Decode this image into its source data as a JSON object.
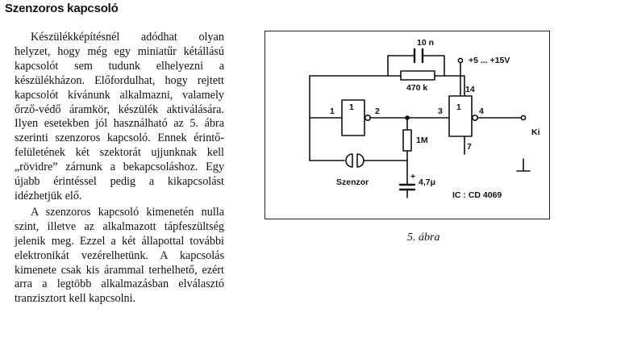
{
  "title": "Szenzoros kapcsoló",
  "paragraphs": [
    "Készülékképítésnél adódhat olyan helyzet, hogy még egy miniatűr kétállású kapcsolót sem tudunk elhelyezni a készülékházon. Előfordulhat, hogy rejtett kapcsolót kívánunk alkalmazni, valamely őrző-védő áramkör, készülék aktiválására. Ilyen esetekben jól használható az 5. ábra szerinti szenzoros kapcsoló. Ennek érintő-felületének két szektorát ujjunknak kell „rövidre” zárnunk a bekapcsoláshoz. Egy újabb érintéssel pedig a kikapcsolást idézhetjük elő.",
    "A szenzoros kapcsoló kimenetén nulla szint, illetve az alkalmazott tápfeszültség jelenik meg. Ezzel a két állapottal további elektronikát vezérelhetünk. A kapcsolás kimenete csak kis árammal terhelhető, ezért arra a legtöbb alkalmazásban elválasztó tranzisztort kell kapcsolni."
  ],
  "figure": {
    "caption": "5. ábra",
    "labels": {
      "cap_top": "10 n",
      "supply": "+5 ... +15V",
      "resistor_470k": "470 k",
      "pin14": "14",
      "pin1_left": "1",
      "pin2": "2",
      "gate_left": "1",
      "pin3": "3",
      "gate_right": "1",
      "pin4": "4",
      "pin7": "7",
      "resistor_1m": "1M",
      "output": "Ki",
      "sensor": "Szenzor",
      "plus": "+",
      "cap_bottom": "4,7μ",
      "ic": "IC : CD 4069"
    }
  }
}
